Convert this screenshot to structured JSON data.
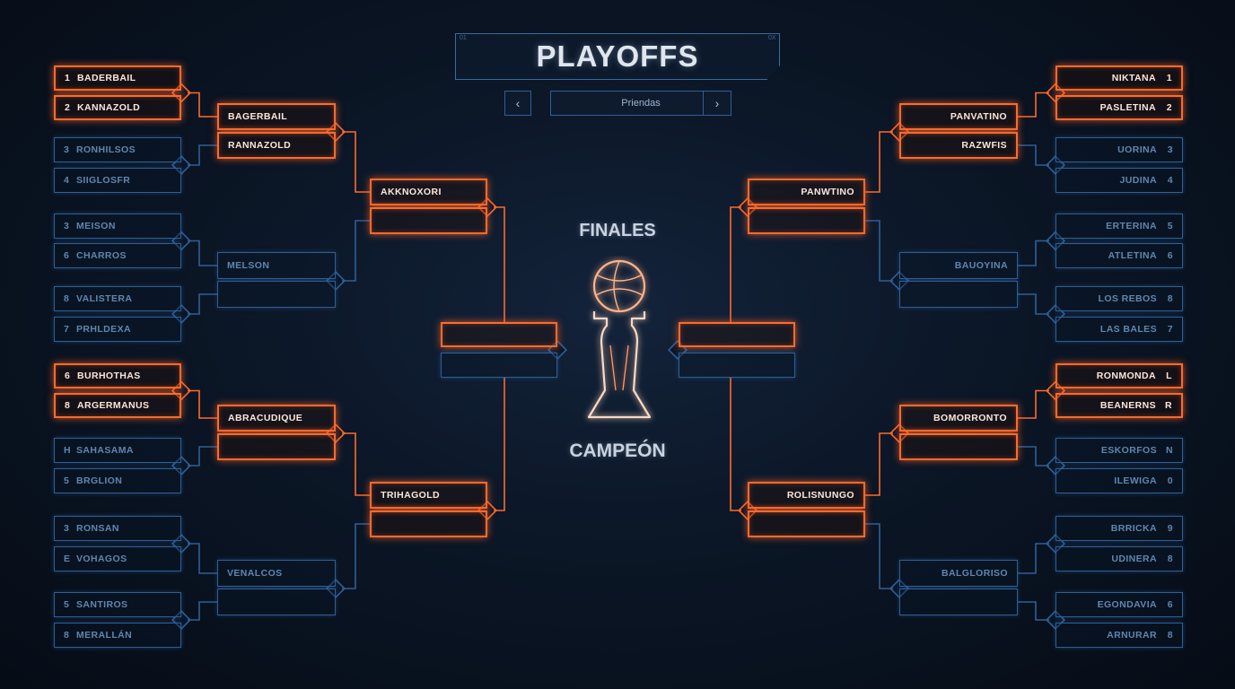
{
  "header": {
    "title": "PLAYOFFS",
    "corner_left": "01",
    "corner_right": "0X",
    "nav_prev_icon": "chevron-left",
    "nav_next_icon": "chevron-right",
    "nav_label": "Priendas"
  },
  "center": {
    "finals_label": "FINALES",
    "champion_label": "CAMPEÓN",
    "trophy_icon": "trophy"
  },
  "colors": {
    "active": "#ff6a2b",
    "inactive": "#2f5f95",
    "background": "#0b1626"
  },
  "left": {
    "r1": [
      {
        "seed": "1",
        "name": "BADERBAIL",
        "active": true
      },
      {
        "seed": "2",
        "name": "KANNAZOLD",
        "active": true
      },
      {
        "seed": "3",
        "name": "RONHILSOS",
        "active": false
      },
      {
        "seed": "4",
        "name": "SIIGLOSFR",
        "active": false
      },
      {
        "seed": "3",
        "name": "MEISON",
        "active": false
      },
      {
        "seed": "6",
        "name": "CHARROS",
        "active": false
      },
      {
        "seed": "8",
        "name": "VALISTERA",
        "active": false
      },
      {
        "seed": "7",
        "name": "PRHLDEXA",
        "active": false
      },
      {
        "seed": "6",
        "name": "BURHOTHAS",
        "active": true
      },
      {
        "seed": "8",
        "name": "ARGERMANUS",
        "active": true
      },
      {
        "seed": "H",
        "name": "SAHASAMA",
        "active": false
      },
      {
        "seed": "5",
        "name": "BRGLION",
        "active": false
      },
      {
        "seed": "3",
        "name": "RONSAN",
        "active": false
      },
      {
        "seed": "E",
        "name": "VOHAGOS",
        "active": false
      },
      {
        "seed": "5",
        "name": "SANTIROS",
        "active": false
      },
      {
        "seed": "8",
        "name": "MERALLÁN",
        "active": false
      }
    ],
    "r2": [
      {
        "name": "BAGERBAIL",
        "active": true
      },
      {
        "name": "RANNAZOLD",
        "active": true
      },
      {
        "name": "MELSON",
        "active": false
      },
      {
        "name": "",
        "active": false
      },
      {
        "name": "ABRACUDIQUE",
        "active": true
      },
      {
        "name": "",
        "active": true
      },
      {
        "name": "VENALCOS",
        "active": false
      },
      {
        "name": "",
        "active": false
      }
    ],
    "r3": [
      {
        "name": "AKKNOXORI",
        "active": true
      },
      {
        "name": "",
        "active": true
      },
      {
        "name": "TRIHAGOLD",
        "active": true
      },
      {
        "name": "",
        "active": true
      }
    ],
    "final": [
      {
        "name": "",
        "active": true
      },
      {
        "name": "",
        "active": false
      }
    ]
  },
  "right": {
    "r1": [
      {
        "seed": "1",
        "name": "NIKTANA",
        "active": true
      },
      {
        "seed": "2",
        "name": "PASLETINA",
        "active": true
      },
      {
        "seed": "3",
        "name": "UORINA",
        "active": false
      },
      {
        "seed": "4",
        "name": "JUDINA",
        "active": false
      },
      {
        "seed": "5",
        "name": "ERTERINA",
        "active": false
      },
      {
        "seed": "6",
        "name": "ATLETINA",
        "active": false
      },
      {
        "seed": "8",
        "name": "LOS REBOS",
        "active": false
      },
      {
        "seed": "7",
        "name": "LAS BALES",
        "active": false
      },
      {
        "seed": "L",
        "name": "RONMONDA",
        "active": true
      },
      {
        "seed": "R",
        "name": "BEANERNS",
        "active": true
      },
      {
        "seed": "N",
        "name": "ESKORFOS",
        "active": false
      },
      {
        "seed": "0",
        "name": "ILEWIGA",
        "active": false
      },
      {
        "seed": "9",
        "name": "BRRICKA",
        "active": false
      },
      {
        "seed": "8",
        "name": "UDINERA",
        "active": false
      },
      {
        "seed": "6",
        "name": "EGONDAVIA",
        "active": false
      },
      {
        "seed": "8",
        "name": "ARNURAR",
        "active": false
      }
    ],
    "r2": [
      {
        "name": "PANVATINO",
        "active": true
      },
      {
        "name": "RAZWFIS",
        "active": true
      },
      {
        "name": "BAUOYINA",
        "active": false
      },
      {
        "name": "",
        "active": false
      },
      {
        "name": "BOMORRONTO",
        "active": true
      },
      {
        "name": "",
        "active": true
      },
      {
        "name": "BALGLORISO",
        "active": false
      },
      {
        "name": "",
        "active": false
      }
    ],
    "r3": [
      {
        "name": "PANWTINO",
        "active": true
      },
      {
        "name": "",
        "active": true
      },
      {
        "name": "ROLISNUNGO",
        "active": true
      },
      {
        "name": "",
        "active": true
      }
    ],
    "final": [
      {
        "name": "",
        "active": true
      },
      {
        "name": "",
        "active": false
      }
    ]
  }
}
